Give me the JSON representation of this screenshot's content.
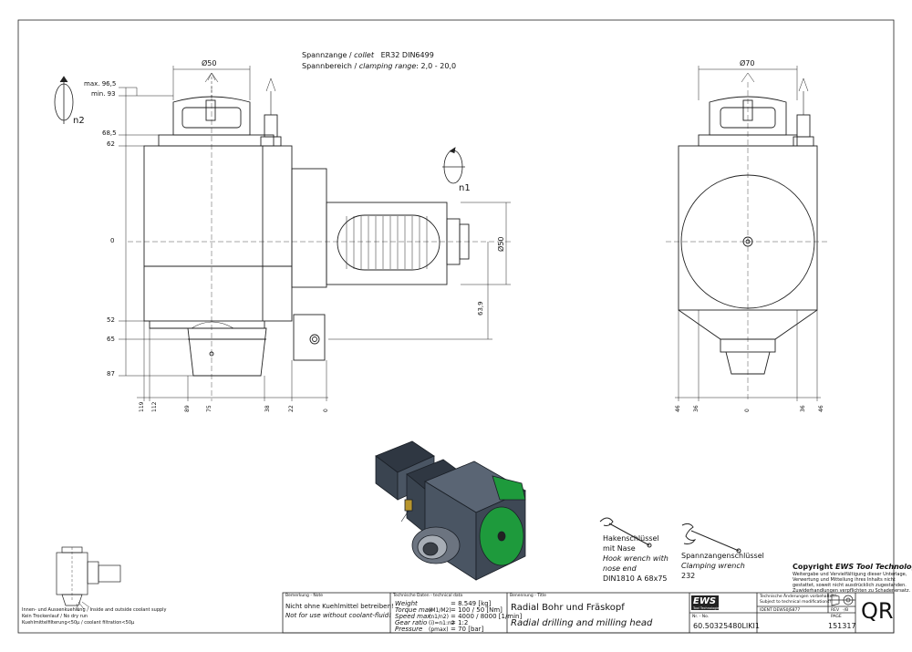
{
  "header": {
    "collet_line_de": "Spannzange /",
    "collet_line_en": "collet",
    "collet_spec": "ER32   DIN6499",
    "range_line_de": "Spannbereich /",
    "range_line_en": "clamping range",
    "range_value": ": 2,0 - 20,0"
  },
  "front_view": {
    "top_diameter": "Ø50",
    "left_dims": [
      "max. 96,5",
      "min. 93",
      "68,5",
      "62",
      "0",
      "52",
      "65",
      "87"
    ],
    "shank_diameter": "Ø50",
    "offset_dim": "63,9",
    "bottom_dims": [
      "119",
      "112",
      "89",
      "75",
      "38",
      "22",
      "0"
    ],
    "rotation_top": "n2",
    "rotation_mid": "n1"
  },
  "side_view": {
    "top_diameter": "Ø70",
    "bottom_dims": [
      "46",
      "36",
      "0",
      "36",
      "46"
    ]
  },
  "coolant_note": {
    "line1": "Innen- und Aussenkuehlung / Inside and outside coolant supply",
    "line2": "Kein Trockenlauf / No dry run",
    "line3": "Kuehlmittelfilterung<50µ / coolant filtration<50µ"
  },
  "wrenches": {
    "hook_de1": "Hakenschlüssel",
    "hook_de2": "mit Nase",
    "hook_en1": "Hook wrench with",
    "hook_en2": "nose end",
    "hook_spec": "DIN1810 A 68x75",
    "clamp_de": "Spannzangenschlüssel",
    "clamp_en": "Clamping wrench",
    "clamp_spec": "232"
  },
  "copyright": {
    "title_pre": "Copyright ",
    "title_brand": "EWS Tool Technologies",
    "line1": "Weitergabe und Vervielfältigung dieser Unterlage,",
    "line2": "Verwertung und Mitteilung ihres Inhalts nicht",
    "line3": "gestattet, soweit nicht ausdrücklich zugestanden.",
    "line4": "Zuwiderhandlungen verpflichten zu Schadenersatz."
  },
  "title_block": {
    "remark_label": "Bemerkung - Note",
    "remark_de": "Nicht ohne Kuehlmittel betreiben!",
    "remark_en": "Not for use without coolant-fluid!",
    "tech_label": "Technische Daten - technical data",
    "tech_rows": [
      [
        "Weight",
        "",
        "=  8.549 [kg]"
      ],
      [
        "Torque max",
        "(M1/M2)",
        "=  100 / 50 [Nm]"
      ],
      [
        "Speed max.",
        "(n1/n2)",
        "=  4000 / 8000 [1/min]"
      ],
      [
        "Gear ratio",
        "(i)=n1:n2",
        "=  1:2"
      ],
      [
        "Pressure",
        "(pmax)",
        "=  70 [bar]"
      ]
    ],
    "name_label": "Benennung - Title",
    "name_de": "Radial Bohr und Fräskopf",
    "name_en": "Radial drilling and milling head",
    "logo": "EWS",
    "logo_sub": "Tool Technologies",
    "part_no_label": "Nr. - No.",
    "part_no": "60.50325480LIKI1",
    "change_note1": "Technische Änderungen vorbehalten!",
    "change_note2": "Subject to technical modifications!",
    "ident_label": "IDENT",
    "ident_value": "DEWS0JS877",
    "rev_label": "REV",
    "rev_value": "-/B",
    "page_label": "PAGE",
    "drawing_no": "151317",
    "qr_label": "QR"
  },
  "colors": {
    "line": "#222222",
    "body_fill": "#4a5563",
    "body_dark": "#2f3742",
    "accent_green": "#1e9a3c",
    "brass": "#b8962e"
  }
}
